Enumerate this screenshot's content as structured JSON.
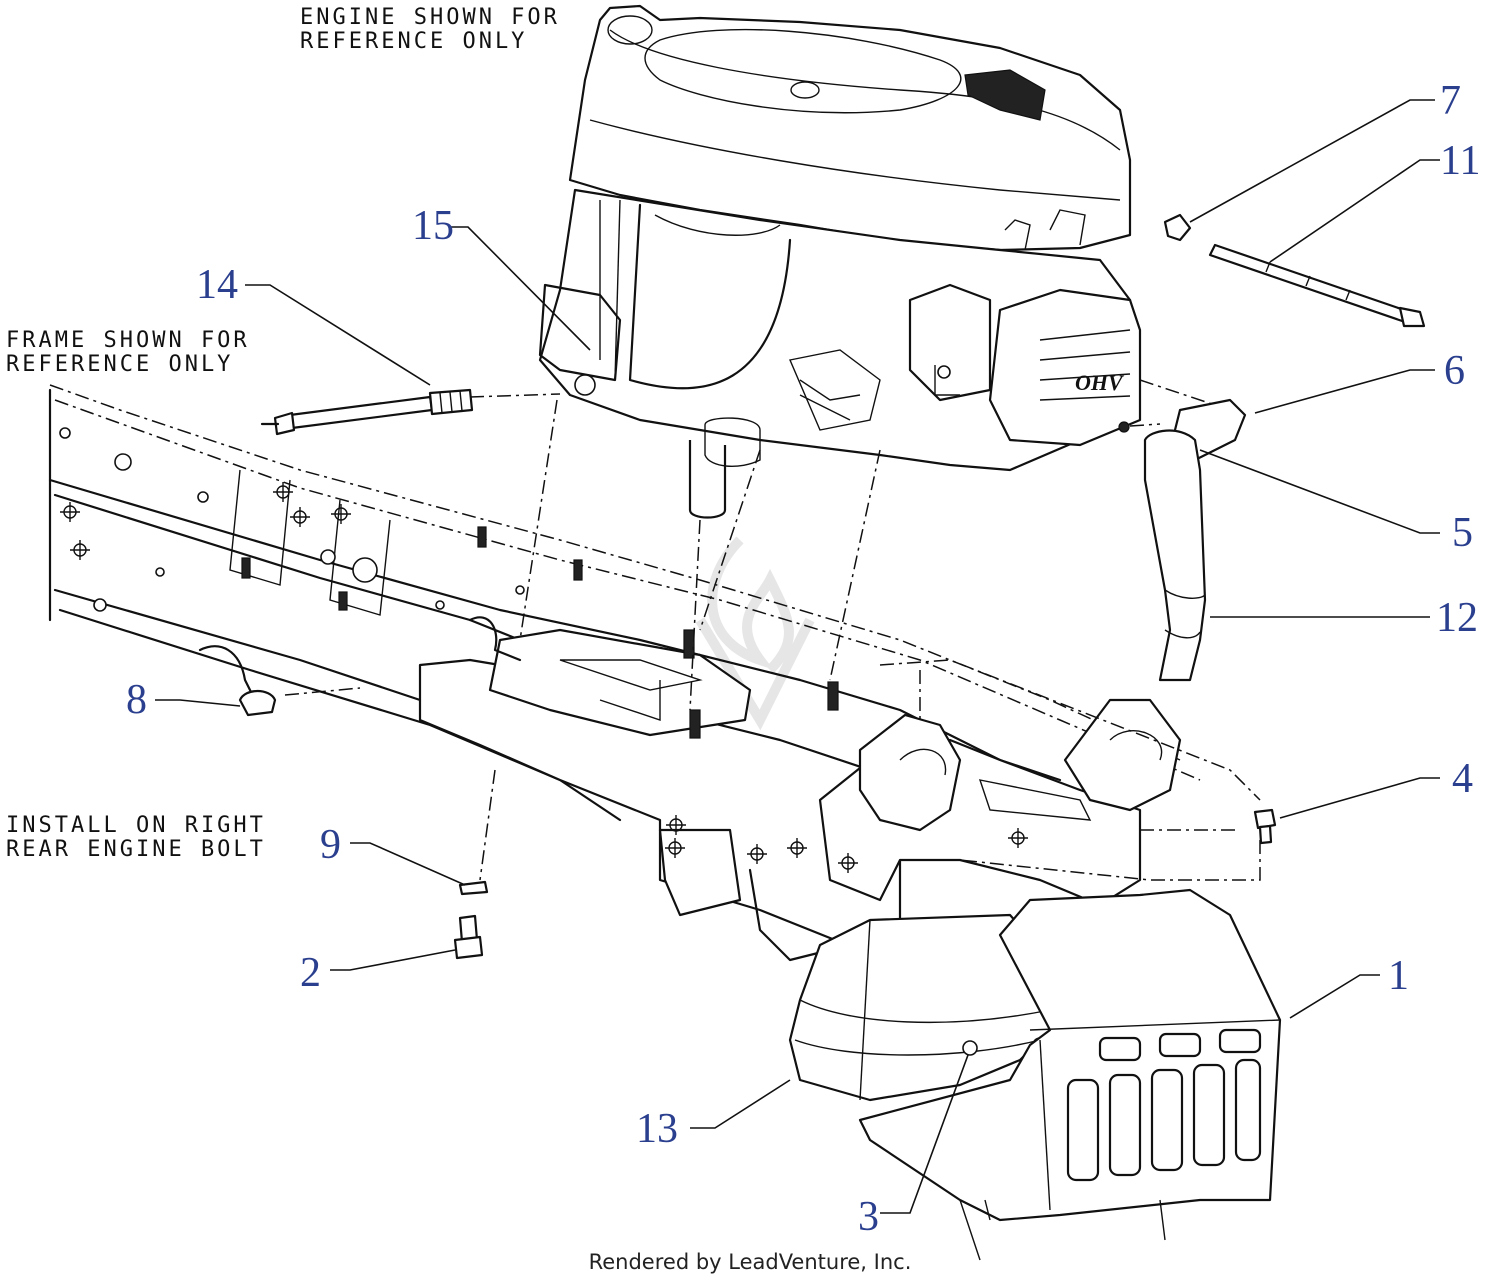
{
  "notes": {
    "engine": "ENGINE SHOWN FOR\nREFERENCE ONLY",
    "frame": "FRAME SHOWN FOR\nREFERENCE ONLY",
    "install": "INSTALL ON RIGHT\nREAR ENGINE BOLT"
  },
  "callouts": [
    "1",
    "2",
    "3",
    "4",
    "5",
    "6",
    "7",
    "8",
    "9",
    "11",
    "12",
    "13",
    "14",
    "15"
  ],
  "footer": "Rendered by LeadVenture, Inc.",
  "colors": {
    "callout": "#2b3f8f",
    "line": "#111111",
    "watermark": "#e6e6e6"
  }
}
